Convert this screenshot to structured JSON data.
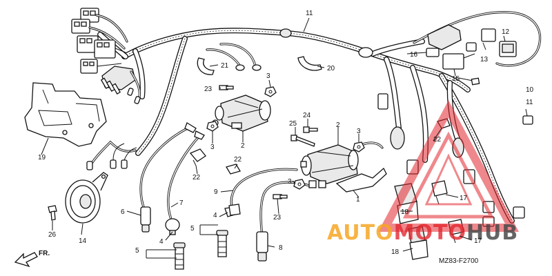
{
  "callouts": {
    "c1": "1",
    "c2a": "2",
    "c2b": "2",
    "c3a": "3",
    "c3b": "3",
    "c3c": "3",
    "c3d": "3",
    "c4a": "4",
    "c4b": "4",
    "c5a": "5",
    "c5b": "5",
    "c6": "6",
    "c7": "7",
    "c8": "8",
    "c9": "9",
    "c10": "10",
    "c11a": "11",
    "c11b": "11",
    "c12": "12",
    "c13": "13",
    "c14": "14",
    "c15": "15",
    "c16": "16",
    "c17a": "17",
    "c17b": "17",
    "c18a": "18",
    "c18b": "18",
    "c19": "19",
    "c20": "20",
    "c21": "21",
    "c22a": "22",
    "c22b": "22",
    "c22c": "22",
    "c23a": "23",
    "c23b": "23",
    "c24": "24",
    "c25": "25",
    "c26": "26"
  },
  "direction_label": "FR.",
  "diagram_code": "MZ83-F2700",
  "watermark": {
    "word_a": "AUTO",
    "word_b": "MOTO",
    "word_c": "HUB"
  },
  "colors": {
    "line": "#111111",
    "watermark_red": "#e2272e",
    "watermark_orange": "#f6a623",
    "watermark_grey": "#4a4a4a"
  }
}
